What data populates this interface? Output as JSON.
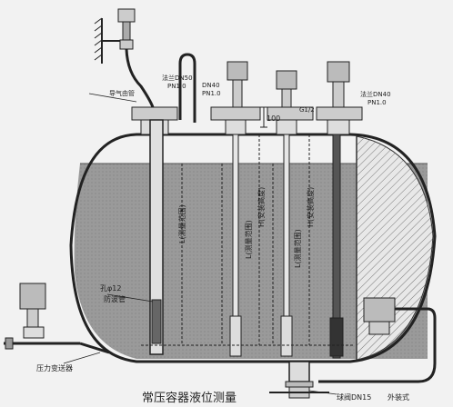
{
  "caption": "常压容器液位测量",
  "labels": {
    "flange_dn50": "法兰DN50",
    "pn10_a": "PN1.0",
    "dn40": "DN40",
    "pn10_b": "PN1.0",
    "flange_dn40": "法兰DN40",
    "pn10_c": "PN1.0",
    "vent_pipe": "导气由管",
    "dim_100": "100",
    "g1_2": "G1/2",
    "hole": "孔φ12",
    "wave_pipe": "防波管",
    "pressure_tx": "压力变送器",
    "ball_valve": "球阀DN15",
    "external": "外装式",
    "range_l1": "L(测量范围)",
    "range_l2": "L(测量范围)",
    "range_l3": "L(测量范围)",
    "install_h1": "H(安装高度)",
    "install_h2": "H(安装高度)"
  }
}
